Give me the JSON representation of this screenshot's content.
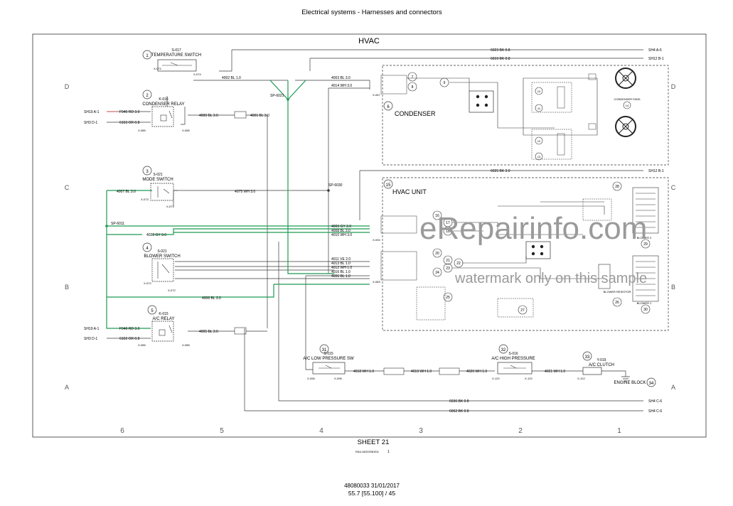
{
  "header": {
    "title": "Electrical systems - Harnesses and connectors"
  },
  "diagram": {
    "title": "HVAC"
  },
  "grid": {
    "rows": [
      "D",
      "C",
      "B",
      "A"
    ],
    "cols": [
      "6",
      "5",
      "4",
      "3",
      "2",
      "1"
    ]
  },
  "components": {
    "temperature_switch": {
      "num": "1",
      "code": "S-017",
      "name": "TEMPERATURE SWITCH",
      "conn_a": "X-074",
      "conn_b": "X-074"
    },
    "condenser_relay": {
      "num": "2",
      "code": "K-016",
      "name": "CONDENSER RELAY",
      "conn_a": "X-085",
      "conn_b": "X-085"
    },
    "mode_switch": {
      "num": "3",
      "code": "S-021",
      "name": "MODE SWITCH",
      "conn_a": "X-073",
      "conn_b": "X-073"
    },
    "blower_switch": {
      "num": "4",
      "code": "S-021",
      "name": "BLOWER SWITCH",
      "conn_a": "X-072",
      "conn_b": "X-072"
    },
    "ac_relay": {
      "num": "5",
      "code": "K-015",
      "name": "A/C RELAY",
      "conn_a": "X-085",
      "conn_b": "X-085"
    },
    "condenser": {
      "num": "6",
      "name": "CONDENSER",
      "conn": "X-067"
    },
    "hvac_unit": {
      "num": "15",
      "name": "HVAC UNIT",
      "conn_a": "X-094",
      "conn_b": "X-083"
    },
    "ac_low_pressure": {
      "num": "31",
      "code": "S-015",
      "name": "A/C LOW PRESSURE SW",
      "conn_a": "X-096",
      "conn_b": "X-096"
    },
    "ac_high_pressure": {
      "num": "32",
      "code": "S-016",
      "name": "A/C HIGH PRESSURE",
      "conn_a": "X-122",
      "conn_b": "X-122"
    },
    "ac_clutch": {
      "num": "33",
      "code": "Y-019",
      "name": "A/C CLUTCH",
      "conn": "X-122"
    },
    "engine_block": {
      "num": "34",
      "name": "ENGINE BLOCK"
    },
    "condenser_fan_upper": {
      "num": "14",
      "name": "CONDENSER FANS"
    },
    "blower_resistor": {
      "num": "26",
      "name": "BLOWER RESISTOR"
    },
    "blower_2": {
      "num": "29",
      "name": "BLOWER 2"
    },
    "blower_1": {
      "num": "30",
      "name": "BLOWER 1"
    }
  },
  "splices": {
    "sp6021": "SP-6021",
    "sp6030": "SP-6030",
    "sp6011": "SP-6011"
  },
  "wires": {
    "w6023": "6023  BK  0.8",
    "w6019": "6019  BK  0.8",
    "w4003": "4003  BL  3.0",
    "w4014": "4014  WH  3.0",
    "w4002": "4002  BL  1.0",
    "w4000": "4000  BL  3.0",
    "w4001": "4001  BL  3.0",
    "w6025": "6025  BK  3.0",
    "w4007": "4007  BL  3.0",
    "w4075": "4075  WH  3.0",
    "w4022": "4022  GY  3.0",
    "w4009": "4009  GY  3.0",
    "w4008": "4008  BL  3.0",
    "w4010": "4010  WH  3.0",
    "w4011": "4011  VE  2.0",
    "w4013": "4013  BL  1.0",
    "w4012": "4012  WH  1.0",
    "w4016": "4016  BL  1.0",
    "w4006": "4006  BL  1.0",
    "w4005": "4005  BL  3.0",
    "w4006b": "4006  BL  3.0",
    "w4018": "4018  WH  1.0",
    "w4019": "4019  WH  1.0",
    "w4020": "4020  WH  1.0",
    "w4021": "4021  WH  1.0",
    "w6036": "6036  BK  0.8",
    "w6062": "6062  BK  0.8",
    "f6045a": "F045  RD  3.0",
    "f6103": "6103  OR  0.8",
    "f6046": "F046  RD  3.0",
    "f6102": "6102  OR  0.8"
  },
  "refs": {
    "sh4_a6": "SH4  A-6",
    "sh12_b1a": "SH12  B-1",
    "sh12_b1b": "SH12  B-1",
    "sh19_a1a": "SH19  A-1",
    "sh3_d1a": "SH3  D-1",
    "sh19_a1b": "SH19  A-1",
    "sh3_d1b": "SH3  D-1",
    "sh4_c6": "SH4  C-6",
    "sh4_c6b": "SH4  C-6"
  },
  "footer": {
    "sheet": "SHEET 21",
    "drawing_ref": "RAIL16D02081EA",
    "drawing_sheet": "1",
    "doc_number": "48080033 31/01/2017",
    "page": "55.7 [55.100] / 45"
  },
  "watermark": {
    "brand": "eRepairinfo.com",
    "note": "watermark only on this sample"
  },
  "colors": {
    "green_wire": "#1f9a55",
    "wire": "#3a3a3a",
    "red_wire": "#d04a4a",
    "watermark": "#9a9a9a"
  }
}
